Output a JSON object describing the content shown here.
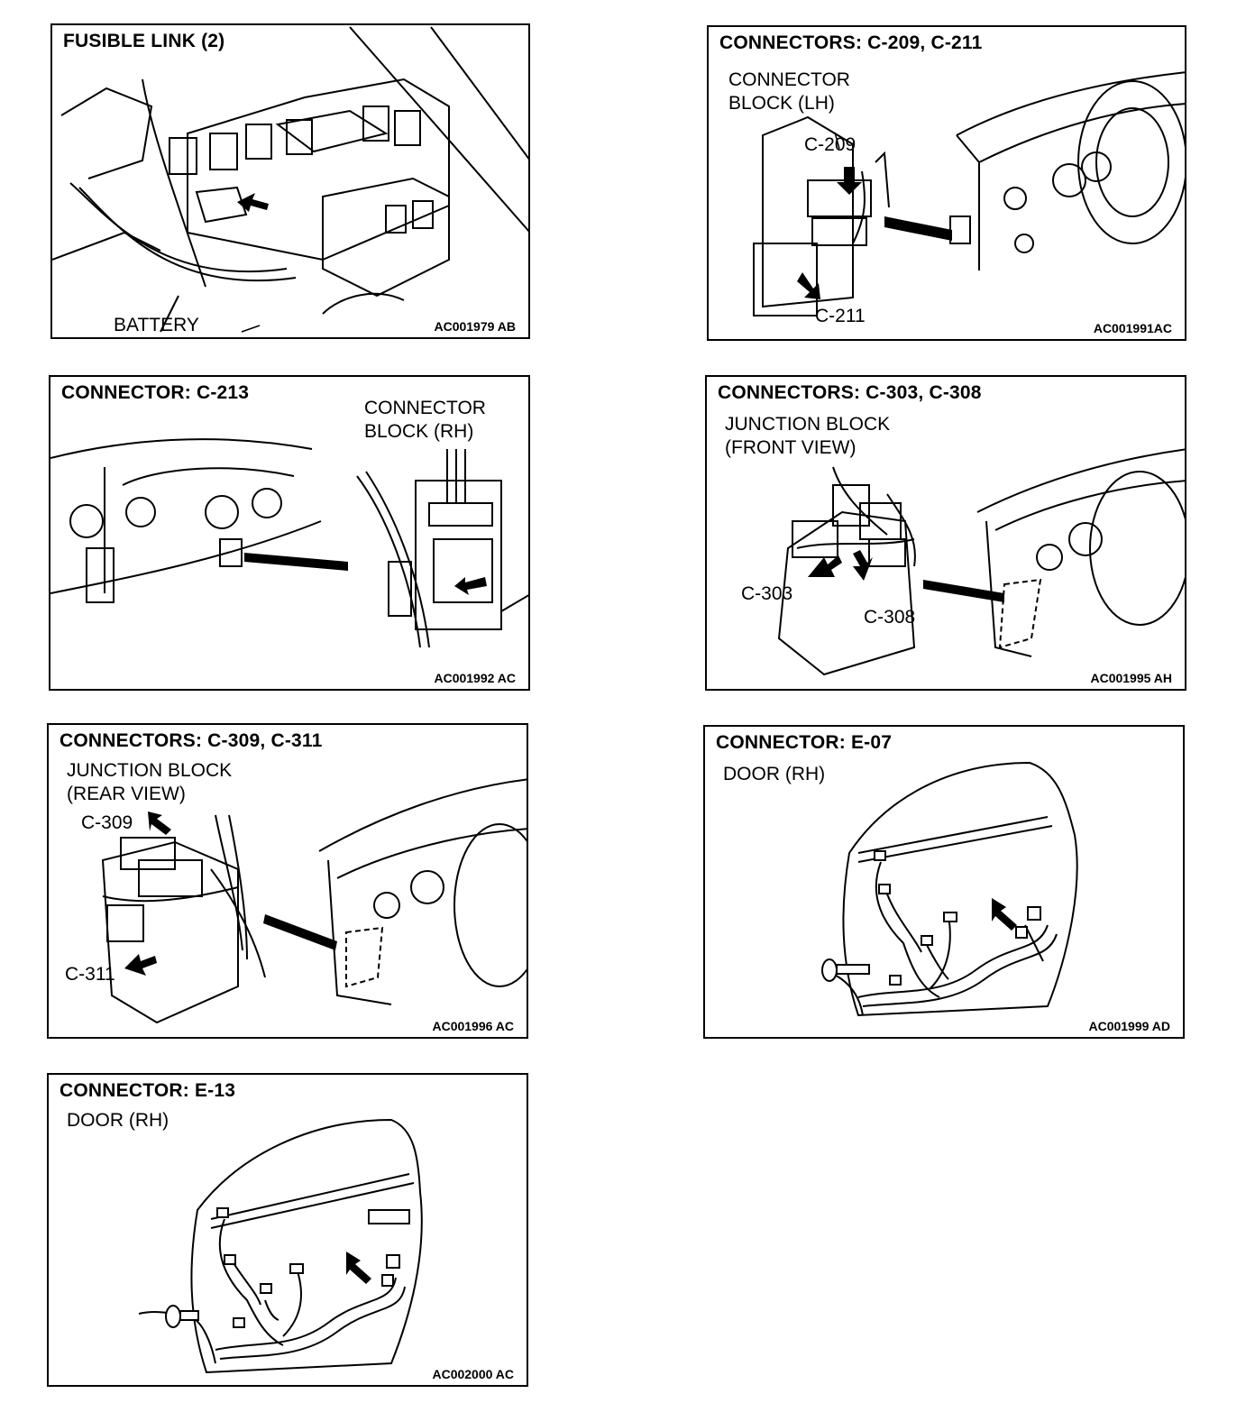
{
  "panels": [
    {
      "title": "FUSIBLE LINK (2)",
      "labels": [
        "BATTERY"
      ],
      "code": "AC001979 AB"
    },
    {
      "title": "CONNECTORS: C-209, C-211",
      "labels": [
        "CONNECTOR",
        "BLOCK (LH)",
        "C-209",
        "C-211"
      ],
      "code": "AC001991AC"
    },
    {
      "title": "CONNECTOR: C-213",
      "labels": [
        "CONNECTOR",
        "BLOCK (RH)"
      ],
      "code": "AC001992 AC"
    },
    {
      "title": "CONNECTORS: C-303, C-308",
      "labels": [
        "JUNCTION BLOCK",
        "(FRONT VIEW)",
        "C-303",
        "C-308"
      ],
      "code": "AC001995 AH"
    },
    {
      "title": "CONNECTORS: C-309, C-311",
      "labels": [
        "JUNCTION BLOCK",
        "(REAR VIEW)",
        "C-309",
        "C-311"
      ],
      "code": "AC001996 AC"
    },
    {
      "title": "CONNECTOR: E-07",
      "labels": [
        "DOOR (RH)"
      ],
      "code": "AC001999 AD"
    },
    {
      "title": "CONNECTOR: E-13",
      "labels": [
        "DOOR (RH)"
      ],
      "code": "AC002000 AC"
    }
  ]
}
